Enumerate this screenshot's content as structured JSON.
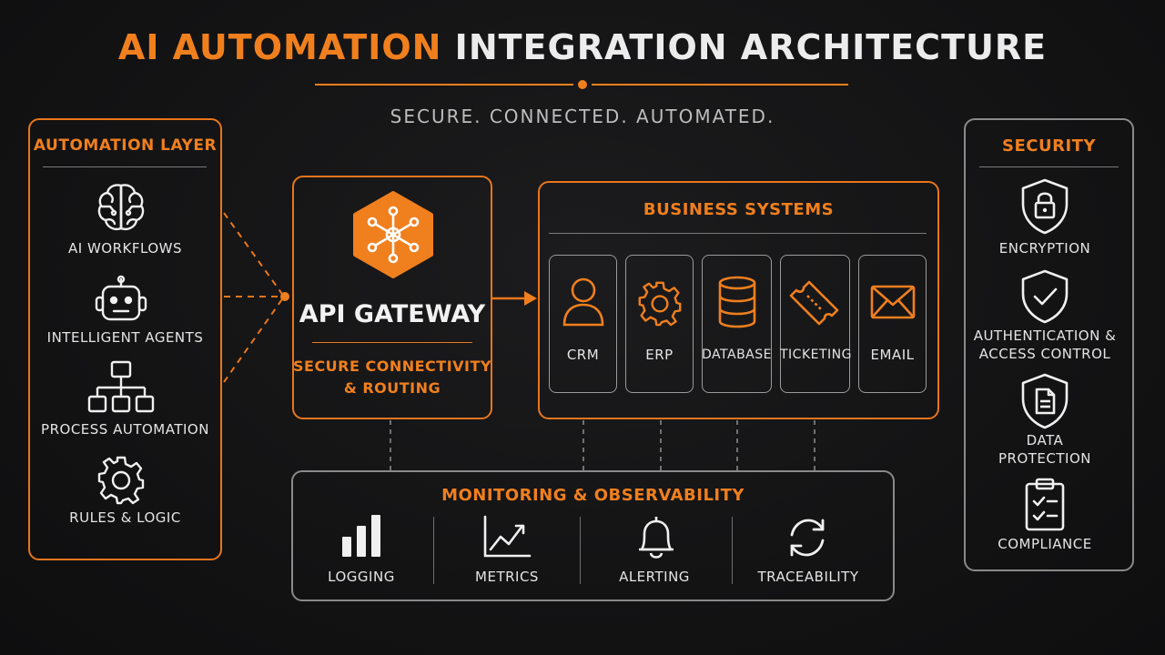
{
  "title": {
    "accent": "AI AUTOMATION",
    "rest": " INTEGRATION ARCHITECTURE"
  },
  "subtitle": "SECURE. CONNECTED. AUTOMATED.",
  "automation_layer": {
    "heading": "AUTOMATION LAYER",
    "items": [
      {
        "label": "AI WORKFLOWS",
        "icon": "brain-icon"
      },
      {
        "label": "INTELLIGENT AGENTS",
        "icon": "robot-icon"
      },
      {
        "label": "PROCESS AUTOMATION",
        "icon": "hierarchy-icon"
      },
      {
        "label": "RULES & LOGIC",
        "icon": "gear-icon"
      }
    ]
  },
  "api_gateway": {
    "title": "API GATEWAY",
    "subtitle_line1": "SECURE CONNECTIVITY",
    "subtitle_line2": "& ROUTING",
    "icon": "network-hub-icon"
  },
  "business_systems": {
    "heading": "BUSINESS SYSTEMS",
    "items": [
      {
        "label": "CRM",
        "icon": "person-icon"
      },
      {
        "label": "ERP",
        "icon": "gear-icon"
      },
      {
        "label": "DATABASE",
        "icon": "database-icon"
      },
      {
        "label": "TICKETING",
        "icon": "ticket-icon"
      },
      {
        "label": "EMAIL",
        "icon": "envelope-icon"
      }
    ]
  },
  "monitoring": {
    "heading": "MONITORING & OBSERVABILITY",
    "items": [
      {
        "label": "LOGGING",
        "icon": "bar-chart-icon"
      },
      {
        "label": "METRICS",
        "icon": "line-chart-icon"
      },
      {
        "label": "ALERTING",
        "icon": "bell-icon"
      },
      {
        "label": "TRACEABILITY",
        "icon": "refresh-icon"
      }
    ]
  },
  "security": {
    "heading": "SECURITY",
    "items": [
      {
        "label": "ENCRYPTION",
        "icon": "lock-shield-icon"
      },
      {
        "label_line1": "AUTHENTICATION &",
        "label_line2": "ACCESS CONTROL",
        "icon": "check-shield-icon"
      },
      {
        "label_line1": "DATA",
        "label_line2": "PROTECTION",
        "icon": "document-shield-icon"
      },
      {
        "label": "COMPLIANCE",
        "icon": "clipboard-check-icon"
      }
    ]
  },
  "colors": {
    "accent": "#f07f1e",
    "border_gray": "#8a8a8a",
    "background": "#131314",
    "text": "#e8e8e8"
  }
}
